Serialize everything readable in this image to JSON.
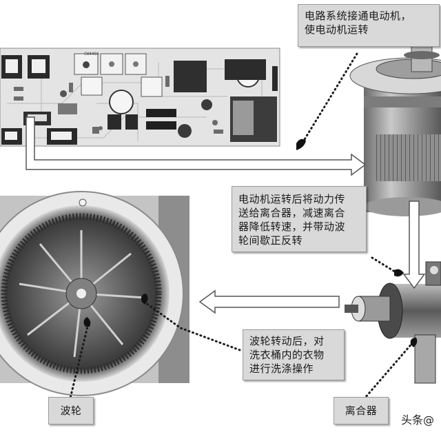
{
  "labels": {
    "motor_power": {
      "lines": [
        "电路系统接通电动机，",
        "使电动机运转"
      ]
    },
    "clutch_action": {
      "lines": [
        "电动机运转后将动力传",
        "送给离合器，减速离合",
        "器降低转速，并带动波",
        "轮间歇正反转"
      ]
    },
    "pulsator_action": {
      "lines": [
        "波轮转动后，对",
        "洗衣桶内的衣物",
        "进行洗涤操作"
      ]
    },
    "pulsator_name": "波轮",
    "clutch_name": "离合器"
  },
  "board": {
    "model_text": "CW4484"
  },
  "watermark": "头条@"
}
